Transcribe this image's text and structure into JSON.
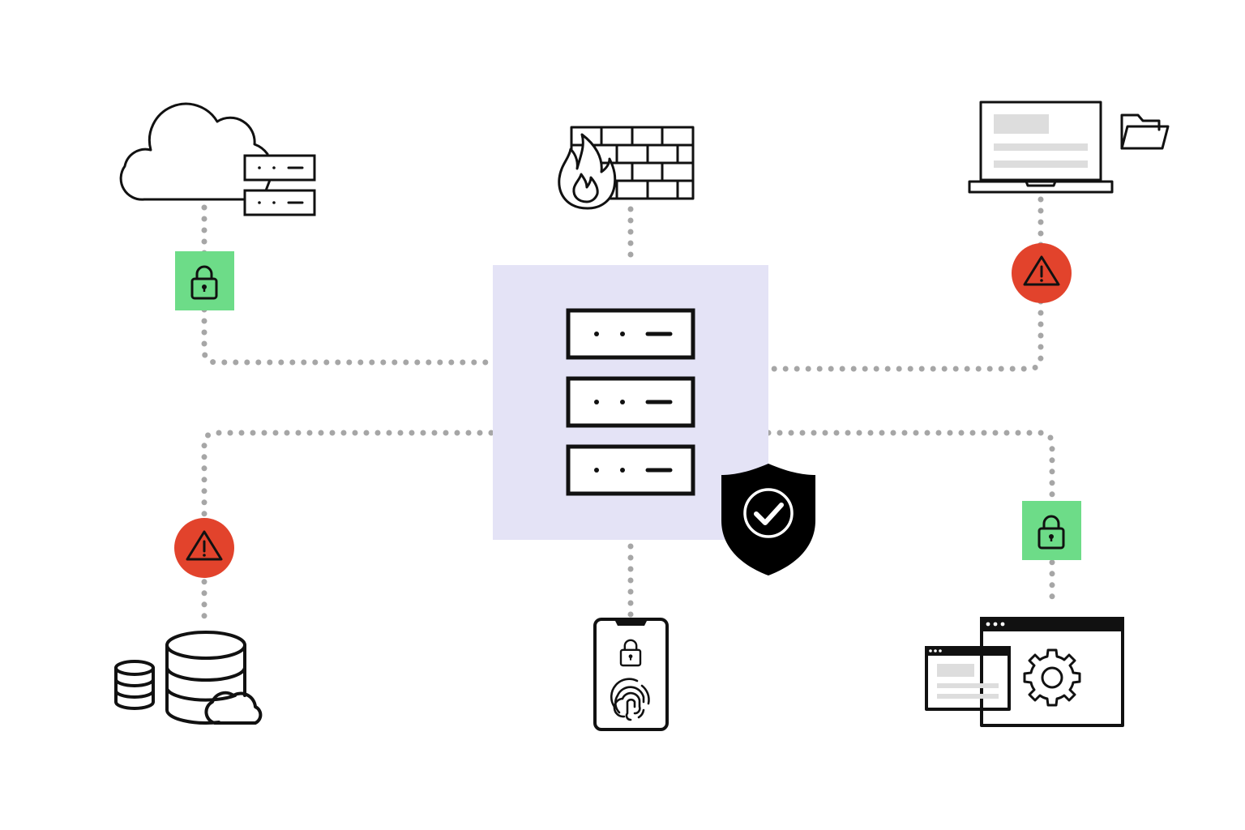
{
  "diagram": {
    "title": "",
    "colors": {
      "hub_background": "#e4e3f6",
      "connector": "#a6a6a6",
      "secure_badge": "#6ddc88",
      "warning_badge": "#e2432c",
      "icon_ink": "#111111",
      "shield": "#000000"
    },
    "hub": {
      "icon": "server-rack-icon",
      "overlay_icon": "shield-check-icon"
    },
    "nodes": [
      {
        "id": "cloud-server",
        "icon": "cloud-server-icon",
        "link_status": "secure",
        "badge_icon": "lock-icon"
      },
      {
        "id": "firewall",
        "icon": "firewall-icon",
        "link_status": "none"
      },
      {
        "id": "laptop",
        "icon": "laptop-icon",
        "secondary_icon": "folder-icon",
        "link_status": "warning",
        "badge_icon": "warning-icon"
      },
      {
        "id": "database",
        "icon": "database-cloud-icon",
        "link_status": "warning",
        "badge_icon": "warning-icon"
      },
      {
        "id": "mobile",
        "icon": "mobile-fingerprint-icon",
        "link_status": "none"
      },
      {
        "id": "app-settings",
        "icon": "app-settings-icon",
        "link_status": "secure",
        "badge_icon": "lock-icon"
      }
    ]
  }
}
